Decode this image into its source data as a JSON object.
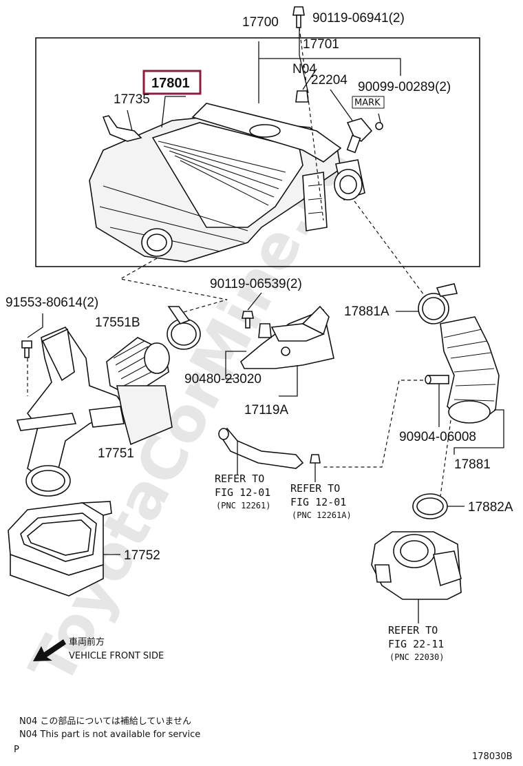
{
  "watermark": "ToyotaCorMine.ru",
  "callouts": {
    "p17700": "17700",
    "p17701": "17701",
    "p90119_06941": "90119-06941(2)",
    "pN04": "N04",
    "p22204": "22204",
    "p90099": "90099-00289(2)",
    "mark": "MARK",
    "p17801": "17801",
    "p17735": "17735",
    "p91553": "91553-80614(2)",
    "p17551B": "17551B",
    "p90119_06539": "90119-06539(2)",
    "p17881A": "17881A",
    "p90480": "90480-23020",
    "p17119A": "17119A",
    "p17751": "17751",
    "p90904": "90904-06008",
    "p17881": "17881",
    "p17882A": "17882A",
    "p17752": "17752"
  },
  "refs": {
    "ref1_line1": "REFER TO",
    "ref1_line2": "FIG 12-01",
    "ref1_line3": "(PNC 12261)",
    "ref2_line1": "REFER TO",
    "ref2_line2": "FIG 12-01",
    "ref2_line3": "(PNC 12261A)",
    "ref3_line1": "REFER TO",
    "ref3_line2": "FIG 22-11",
    "ref3_line3": "(PNC 22030)"
  },
  "front": {
    "jp": "車両前方",
    "en": "VEHICLE FRONT SIDE"
  },
  "notes": {
    "jp": "N04  この部品については補給していません",
    "en": "N04  This part is not available for service"
  },
  "footer": {
    "p": "P",
    "fig_code": "178030B"
  },
  "colors": {
    "highlight_box": "#8b1c3c",
    "watermark": "#e6e6e6"
  }
}
